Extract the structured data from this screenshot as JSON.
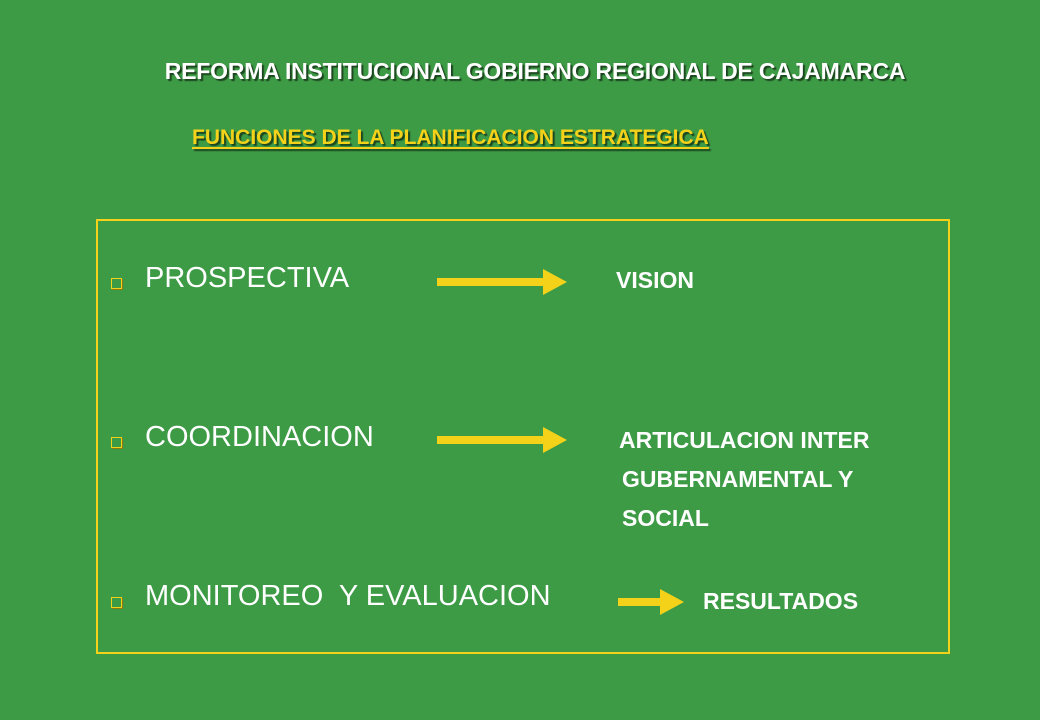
{
  "header": {
    "title": "REFORMA INSTITUCIONAL GOBIERNO REGIONAL DE CAJAMARCA",
    "subtitle": "FUNCIONES DE LA PLANIFICACION ESTRATEGICA"
  },
  "items": [
    {
      "label": "PROSPECTIVA",
      "result_lines": [
        "VISION"
      ]
    },
    {
      "label": "COORDINACION",
      "result_lines": [
        "ARTICULACION INTER",
        "GUBERNAMENTAL Y",
        "SOCIAL"
      ]
    },
    {
      "label": "MONITOREO  Y EVALUACION",
      "result_lines": [
        "RESULTADOS"
      ]
    }
  ],
  "colors": {
    "background": "#3d9a45",
    "accent": "#f4d21a",
    "text": "#ffffff"
  }
}
